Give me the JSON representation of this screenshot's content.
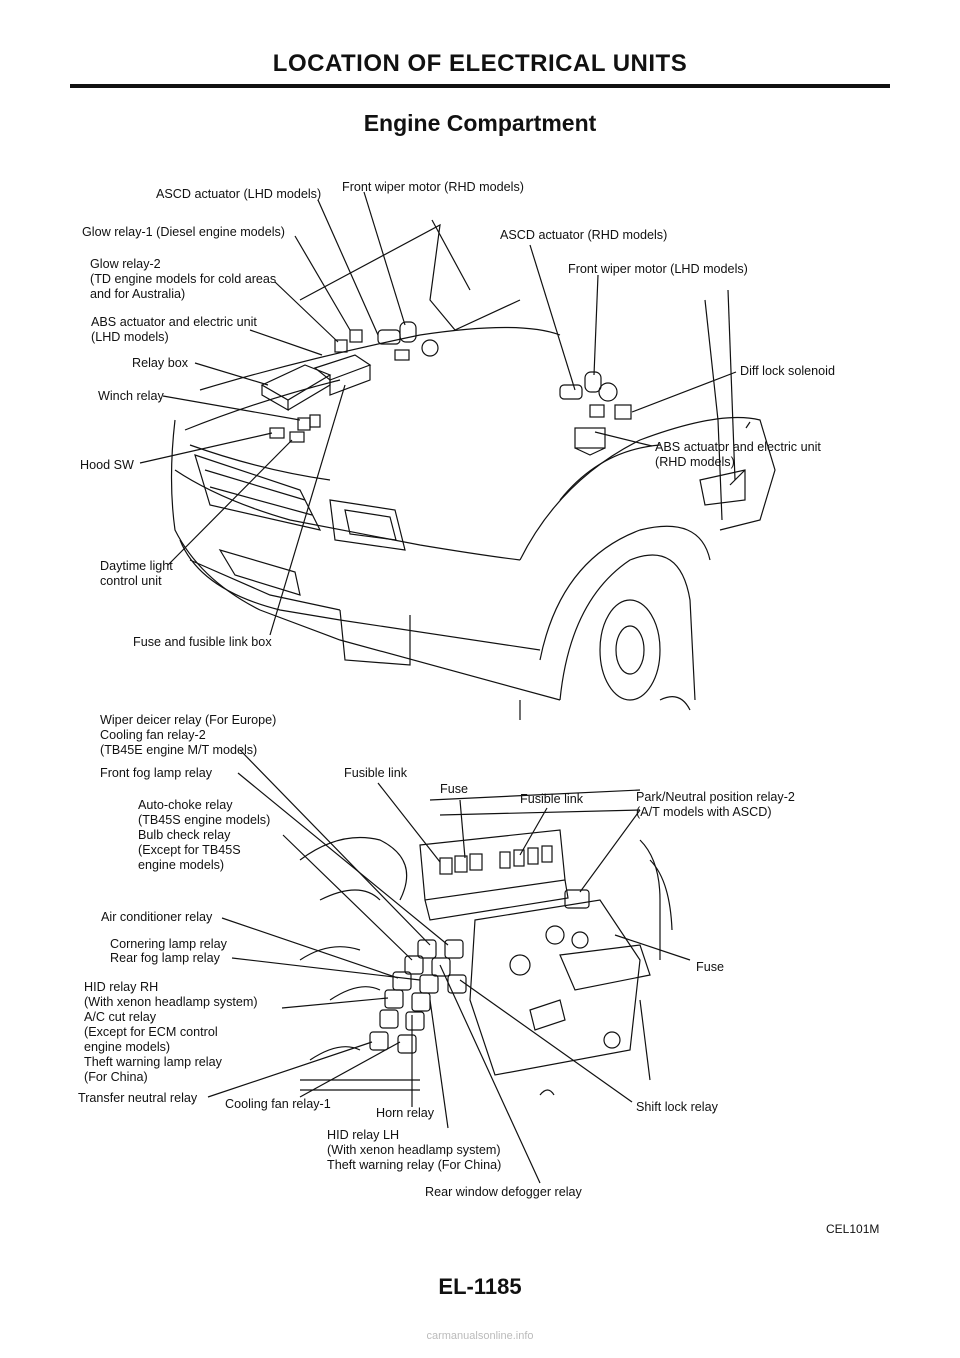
{
  "header": {
    "title": "LOCATION OF ELECTRICAL UNITS"
  },
  "section": {
    "title": "Engine Compartment"
  },
  "engine_labels": {
    "ascd_lhd": "ASCD actuator (LHD models)",
    "wiper_rhd": "Front wiper motor (RHD models)",
    "glow1": "Glow relay-1 (Diesel engine models)",
    "ascd_rhd": "ASCD actuator (RHD models)",
    "glow2": "Glow relay-2\n(TD engine models for cold areas\nand for Australia)",
    "wiper_lhd": "Front wiper motor (LHD models)",
    "abs_lhd": "ABS actuator and electric unit\n(LHD models)",
    "relay_box": "Relay box",
    "diff_lock": "Diff lock solenoid",
    "winch": "Winch relay",
    "abs_rhd": "ABS actuator and electric unit\n(RHD models)",
    "hood_sw": "Hood SW",
    "daytime": "Daytime light\ncontrol unit",
    "fuse_box": "Fuse and fusible link box"
  },
  "relay_labels": {
    "wiper_deicer": "Wiper deicer relay (For Europe)\nCooling fan relay-2\n(TB45E engine M/T models)",
    "front_fog": "Front fog lamp relay",
    "fusible_link_1": "Fusible link",
    "fuse_top": "Fuse",
    "fusible_link_2": "Fusible link",
    "park_neutral": "Park/Neutral position relay-2\n(A/T models with ASCD)",
    "auto_choke": "Auto-choke relay\n(TB45S engine models)\nBulb check relay\n(Except for TB45S\nengine models)",
    "air_con": "Air conditioner relay",
    "cornering": "Cornering lamp relay",
    "rear_fog": "Rear fog lamp relay",
    "fuse_right": "Fuse",
    "hid_rh": "HID relay RH\n(With xenon headlamp system)\nA/C cut relay\n(Except for ECM control\nengine models)\nTheft warning lamp relay\n(For China)",
    "transfer": "Transfer neutral relay",
    "cooling1": "Cooling fan relay-1",
    "horn": "Horn relay",
    "shift_lock": "Shift lock relay",
    "hid_lh": "HID relay LH\n(With xenon headlamp system)\nTheft warning relay (For China)",
    "rear_defog": "Rear window defogger relay"
  },
  "figure_code": "CEL101M",
  "page_number": "EL-1185",
  "watermark": "carmanualsonline.info"
}
